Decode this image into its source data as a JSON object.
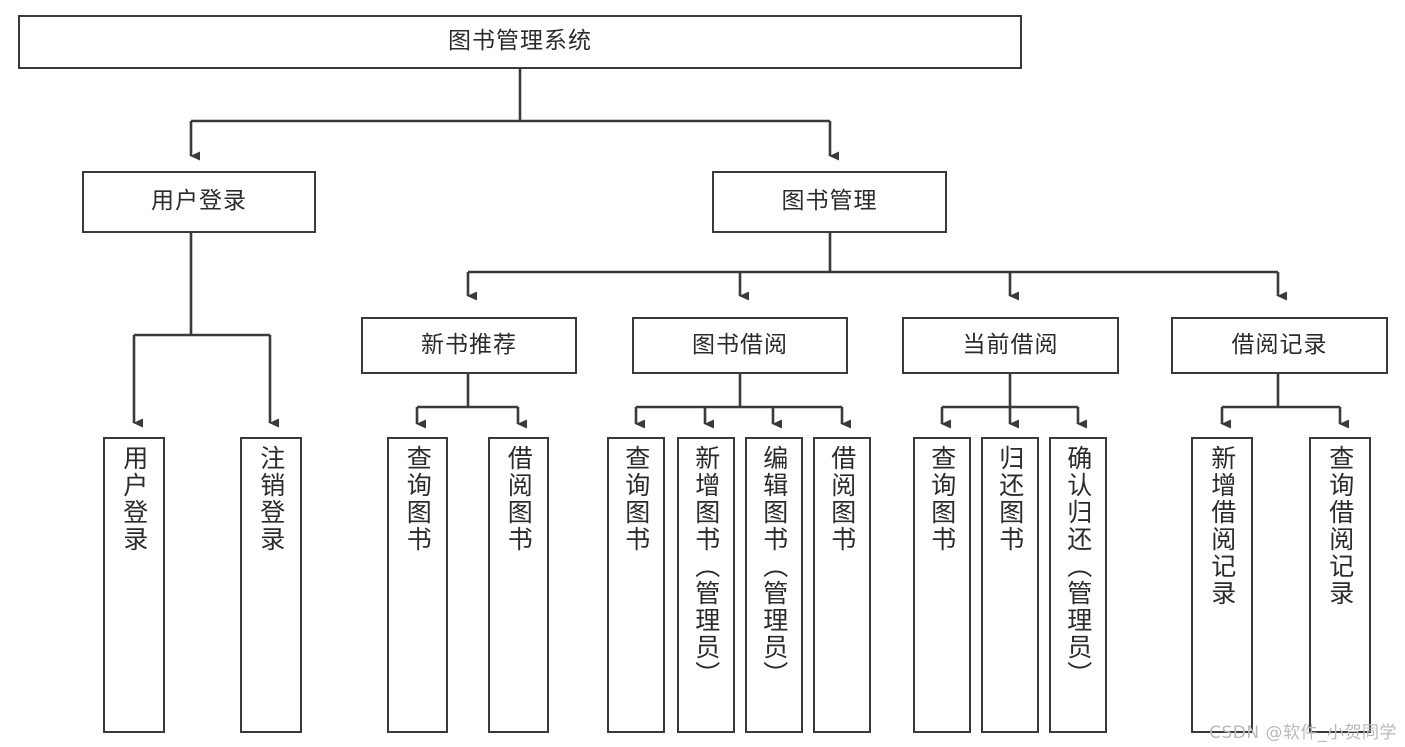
{
  "diagram": {
    "title": "图书管理系统",
    "type": "hierarchy-tree",
    "root": {
      "label": "图书管理系统"
    },
    "level2": [
      {
        "label": "用户登录"
      },
      {
        "label": "图书管理"
      }
    ],
    "level3": [
      {
        "label": "新书推荐"
      },
      {
        "label": "图书借阅"
      },
      {
        "label": "当前借阅"
      },
      {
        "label": "借阅记录"
      }
    ],
    "leaves": {
      "user_login": [
        {
          "label": "用户登录"
        },
        {
          "label": "注销登录"
        }
      ],
      "new_book_recommend": [
        {
          "label": "查询图书"
        },
        {
          "label": "借阅图书"
        }
      ],
      "book_borrow": [
        {
          "label": "查询图书"
        },
        {
          "label": "新增图书（管理员）"
        },
        {
          "label": "编辑图书（管理员）"
        },
        {
          "label": "借阅图书"
        }
      ],
      "current_borrow": [
        {
          "label": "查询图书"
        },
        {
          "label": "归还图书"
        },
        {
          "label": "确认归还（管理员）"
        }
      ],
      "borrow_record": [
        {
          "label": "新增借阅记录"
        },
        {
          "label": "查询借阅记录"
        }
      ]
    }
  },
  "watermark": {
    "text": "CSDN @软件_小贺同学"
  },
  "colors": {
    "stroke": "#3a3a3a",
    "text": "#2b2b2b",
    "background": "#ffffff",
    "watermark": "#b9b9b9"
  }
}
